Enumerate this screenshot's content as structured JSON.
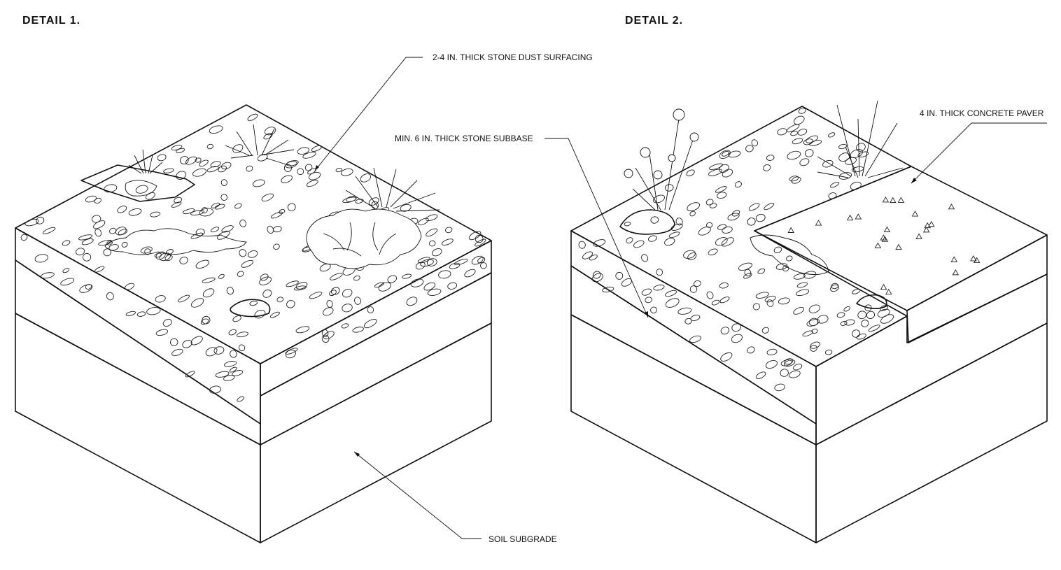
{
  "detail1": {
    "title": "DETAIL 1.",
    "labels": {
      "surfacing": "2-4 IN. THICK STONE DUST SURFACING",
      "subgrade": "SOIL SUBGRADE"
    }
  },
  "detail2": {
    "title": "DETAIL 2.",
    "labels": {
      "subbase": "MIN. 6 IN. THICK STONE SUBBASE",
      "paver": "4 IN. THICK CONCRETE PAVER"
    }
  },
  "colors": {
    "ink": "#111111",
    "paper": "#ffffff"
  }
}
